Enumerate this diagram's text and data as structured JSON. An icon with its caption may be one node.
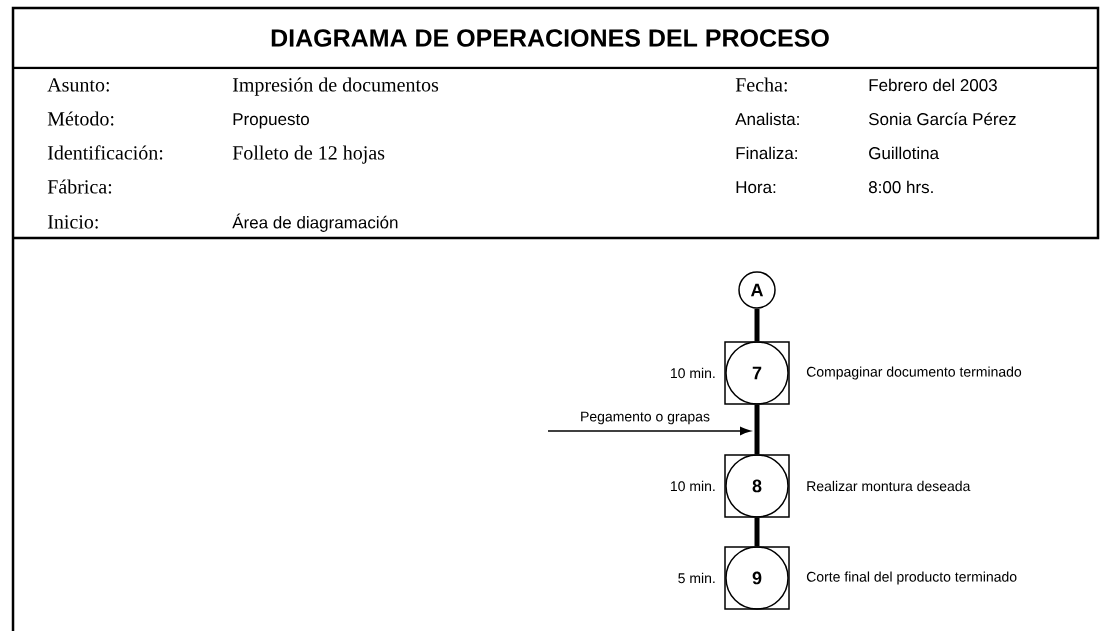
{
  "diagram": {
    "title": "DIAGRAMA DE OPERACIONES DEL PROCESO",
    "nodes": [
      {
        "text": [
          "A"
        ]
      },
      {
        "text": [
          "7"
        ],
        "beside": [
          "10 min.",
          "Compaginar documento terminado"
        ]
      },
      {
        "text": [
          "8"
        ],
        "beside": [
          "10 min.",
          "Realizar montura deseada"
        ]
      },
      {
        "text": [
          "9"
        ],
        "beside": [
          "5 min.",
          "Corte final del producto terminado"
        ]
      }
    ],
    "edges": [
      {
        "from": 0,
        "to": 1,
        "arrow": "none"
      },
      {
        "from": 1,
        "to": 2,
        "arrow": "none"
      },
      {
        "from": 2,
        "to": 3,
        "arrow": "none"
      },
      {
        "from": null,
        "to": 2,
        "arrow": "to",
        "label": "Pegamento o grapas"
      }
    ],
    "labels": [
      "Asunto:",
      "Impresión de documentos",
      "Fecha:",
      "Febrero del 2003",
      "Método:",
      "Propuesto",
      "Analista:",
      "Sonia García Pérez",
      "Identificación:",
      "Folleto de 12 hojas",
      "Finaliza:",
      "Guillotina",
      "Fábrica:",
      "Hora:",
      "8:00 hrs.",
      "Inicio:",
      "Área de diagramación"
    ]
  }
}
